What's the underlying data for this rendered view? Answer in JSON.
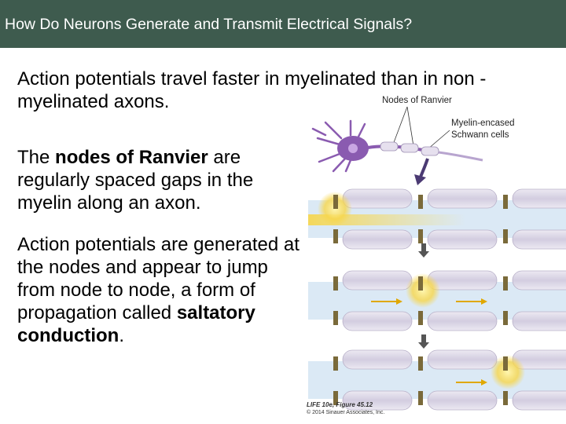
{
  "header": {
    "title": "How Do Neurons Generate and Transmit Electrical Signals?"
  },
  "content": {
    "para1": "Action potentials travel faster in myelinated than in non -myelinated axons.",
    "para2": {
      "pre": "The ",
      "bold": "nodes of Ranvier",
      "post": " are regularly spaced gaps in the myelin along an axon."
    },
    "para3": {
      "pre": "Action potentials are generated at the nodes and appear to jump from node to node, a form of propagation called ",
      "bold": "saltatory conduction",
      "post": "."
    }
  },
  "figure": {
    "label_nodes": "Nodes of Ranvier",
    "label_myelin_line1": "Myelin-encased",
    "label_myelin_line2": "Schwann cells",
    "credit_line1": "LIFE 10e, Figure 45.12",
    "credit_line2": "© 2014 Sinauer Associates, Inc.",
    "colors": {
      "neuron": "#8a5bb0",
      "myelin": "#d8d3e2",
      "axon": "#dbe9f5",
      "impulse": "#f7d64a",
      "arrow": "#555555"
    }
  }
}
